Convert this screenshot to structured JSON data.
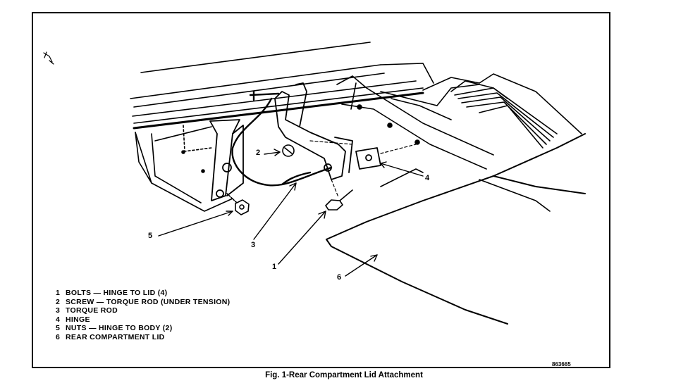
{
  "figure": {
    "caption": "Fig. 1-Rear Compartment Lid Attachment",
    "drawing_id": "863665"
  },
  "callouts": [
    "1",
    "2",
    "3",
    "4",
    "5",
    "6"
  ],
  "legend": [
    {
      "num": "1",
      "text": "BOLTS — HINGE TO LID (4)"
    },
    {
      "num": "2",
      "text": "SCREW — TORQUE ROD (UNDER TENSION)"
    },
    {
      "num": "3",
      "text": "TORQUE ROD"
    },
    {
      "num": "4",
      "text": "HINGE"
    },
    {
      "num": "5",
      "text": "NUTS — HINGE TO BODY (2)"
    },
    {
      "num": "6",
      "text": "REAR COMPARTMENT LID"
    }
  ]
}
